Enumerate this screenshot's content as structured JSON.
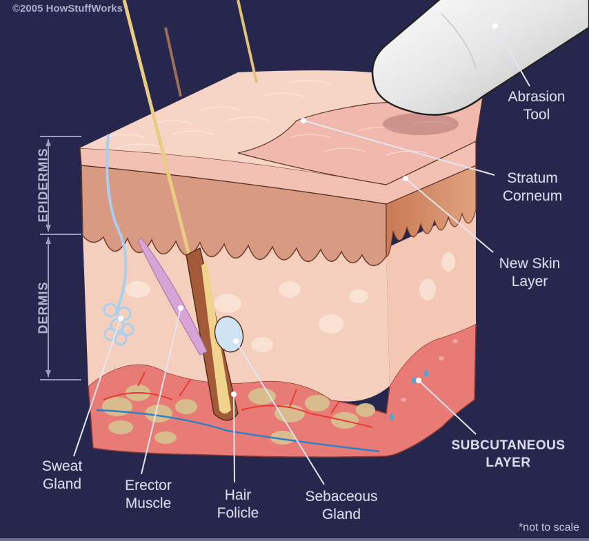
{
  "diagram": {
    "copyright": "©2005 HowStuffWorks",
    "footnote": "*not to scale",
    "background_color": "#27264d",
    "scale_labels": {
      "epidermis": "EPIDERMIS",
      "dermis": "DERMIS"
    },
    "labels": {
      "abrasion_tool": "Abrasion\nTool",
      "stratum_corneum": "Stratum\nCorneum",
      "new_skin_layer": "New Skin\nLayer",
      "subcutaneous_layer": "SUBCUTANEOUS\nLAYER",
      "sweat_gland": "Sweat\nGland",
      "erector_muscle": "Erector\nMuscle",
      "hair_folicle": "Hair\nFolicle",
      "sebaceous_gland": "Sebaceous\nGland"
    },
    "colors": {
      "surface_top": "#f6d6c8",
      "epidermis": "#dc9e8a",
      "dermis": "#f5cfbd",
      "subcutaneous": "#e5716f",
      "fat": "#d8bf8e",
      "vein": "#2f7fc4",
      "artery": "#e63b2e",
      "tool": "#f2f2f2",
      "leader_line": "#e4e6f2"
    }
  }
}
